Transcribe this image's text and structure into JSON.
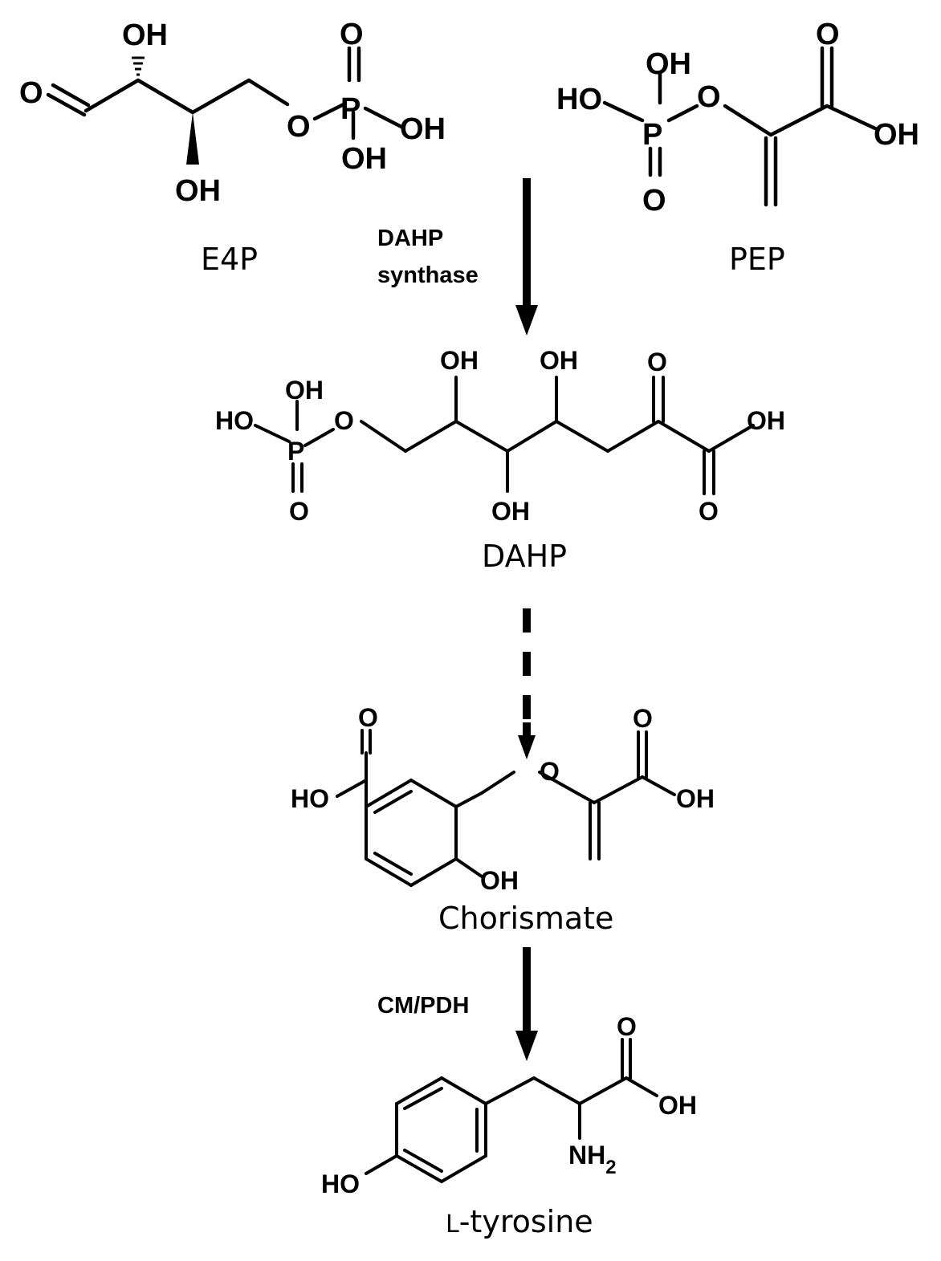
{
  "molecules": {
    "e4p": {
      "name": "E4P"
    },
    "pep": {
      "name": "PEP"
    },
    "dahp": {
      "name": "DAHP"
    },
    "chorismate": {
      "name": "Chorismate"
    },
    "tyrosine": {
      "name_prefix": "L",
      "name": "-tyrosine"
    }
  },
  "enzymes": {
    "step1_line1": "DAHP",
    "step1_line2": "synthase",
    "step3": "CM/PDH"
  },
  "atoms": {
    "oh": "OH",
    "ho": "HO",
    "o": "O",
    "p": "P",
    "nh": "NH",
    "sub2": "2"
  },
  "arrows": [
    {
      "from": "E4P + PEP",
      "to": "DAHP",
      "style": "solid",
      "label": "DAHP synthase"
    },
    {
      "from": "DAHP",
      "to": "Chorismate",
      "style": "dashed"
    },
    {
      "from": "Chorismate",
      "to": "L-tyrosine",
      "style": "solid",
      "label": "CM/PDH"
    }
  ]
}
